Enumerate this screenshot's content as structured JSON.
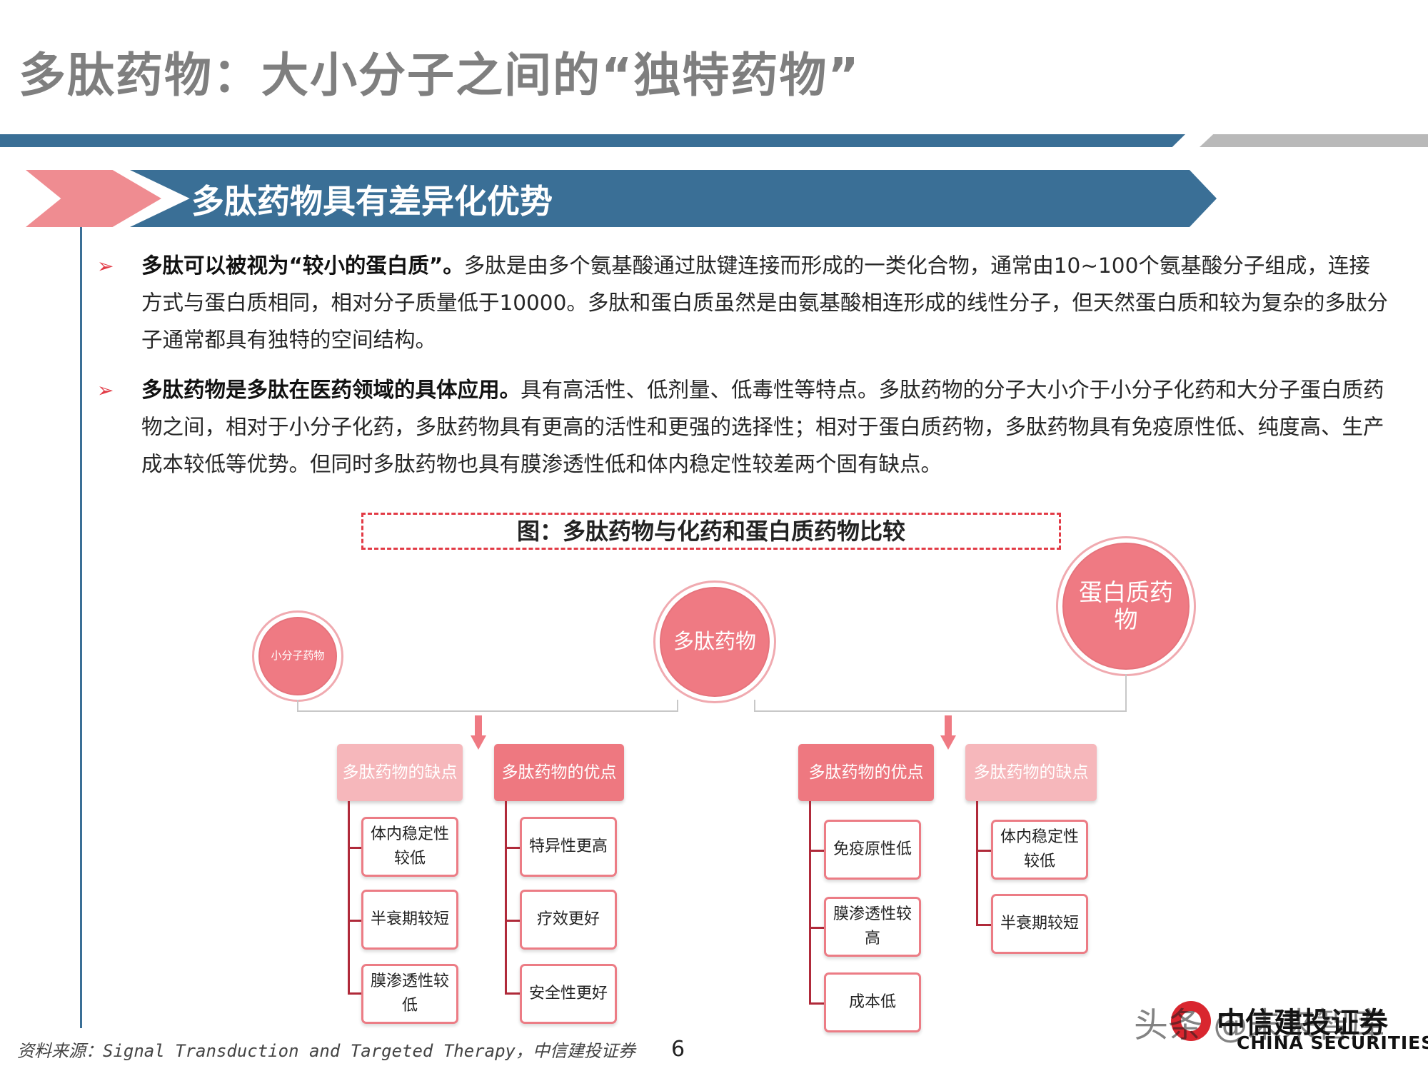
{
  "page": {
    "title": "多肽药物：大小分子之间的“独特药物”",
    "banner": "多肽药物具有差异化优势",
    "page_number": "6",
    "source": "资料来源：Signal Transduction and Targeted Therapy，中信建投证券"
  },
  "bullets": [
    {
      "bold": "多肽可以被视为“较小的蛋白质”。",
      "text": "多肽是由多个氨基酸通过肽键连接而形成的一类化合物，通常由10~100个氨基酸分子组成，连接方式与蛋白质相同，相对分子质量低于10000。多肽和蛋白质虽然是由氨基酸相连形成的线性分子，但天然蛋白质和较为复杂的多肽分子通常都具有独特的空间结构。"
    },
    {
      "bold": "多肽药物是多肽在医药领域的具体应用。",
      "text": "具有高活性、低剂量、低毒性等特点。多肽药物的分子大小介于小分子化药和大分子蛋白质药物之间，相对于小分子化药，多肽药物具有更高的活性和更强的选择性；相对于蛋白质药物，多肽药物具有免疫原性低、纯度高、生产成本较低等优势。但同时多肽药物也具有膜渗透性低和体内稳定性较差两个固有缺点。"
    }
  ],
  "figure": {
    "caption": "图：多肽药物与化药和蛋白质药物比较",
    "circles": {
      "small": "小分子药物",
      "peptide": "多肽药物",
      "protein": "蛋白质药物"
    },
    "groups": [
      {
        "header": "多肽药物的缺点",
        "items": [
          "体内稳定性较低",
          "半衰期较短",
          "膜渗透性较低"
        ]
      },
      {
        "header": "多肽药物的优点",
        "items": [
          "特异性更高",
          "疗效更好",
          "安全性更好"
        ]
      },
      {
        "header": "多肽药物的优点",
        "items": [
          "免疫原性低",
          "膜渗透性较高",
          "成本低"
        ]
      },
      {
        "header": "多肽药物的缺点",
        "items": [
          "体内稳定性较低",
          "半衰期较短"
        ]
      }
    ]
  },
  "branding": {
    "logo_text": "中信建投证券",
    "logo_sub": "CHINA SECURITIES",
    "watermark": "头条 @未来智库"
  },
  "colors": {
    "blue": "#3a6f96",
    "pink": "#ef7a83",
    "light_pink": "#f6b7bb",
    "red": "#e23b46",
    "title_gray": "#7f7f7f"
  }
}
